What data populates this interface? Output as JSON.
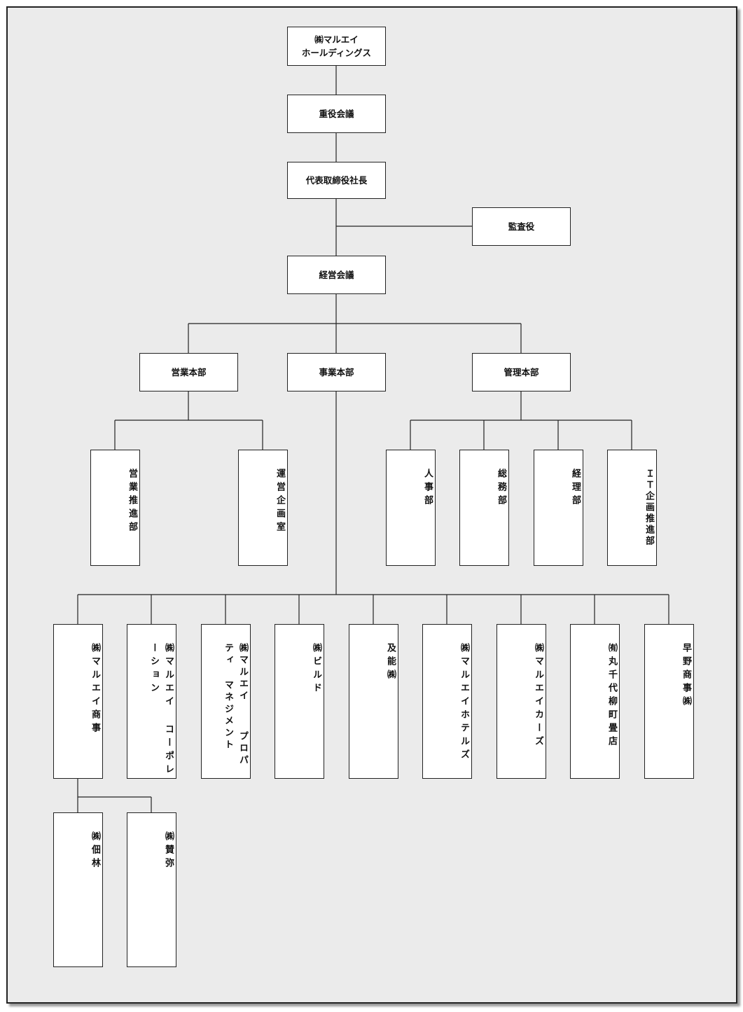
{
  "top": {
    "line1": "㈱マルエイ",
    "line2": "ホールディングス"
  },
  "board": "重役会議",
  "ceo": "代表取締役社長",
  "auditor": "監査役",
  "mgmt_meeting": "経営会議",
  "divisions": {
    "sales": "営業本部",
    "business": "事業本部",
    "admin": "管理本部"
  },
  "sales_depts": {
    "promotion": "営業推進部",
    "planning": "運営企画室"
  },
  "admin_depts": {
    "hr": "人事部",
    "general": "総務部",
    "accounting": "経理部",
    "it": "ＩＴ企画推進部"
  },
  "companies": {
    "shoji": {
      "col1": "㈱マルエイ商事"
    },
    "corp": {
      "col1": "㈱マルエイ",
      "col2": "コーポレーション"
    },
    "property": {
      "col1": "㈱マルエイ",
      "col2": "プロパティ",
      "col3": "マネジメント"
    },
    "build": {
      "col1": "㈱ビルド"
    },
    "oyobi": {
      "col1": "及能㈱"
    },
    "hotels": {
      "col1": "㈱マルエイホテルズ"
    },
    "cars": {
      "col1": "㈱マルエイカーズ"
    },
    "marusen": {
      "col1": "㈲丸千代柳町畳店"
    },
    "hayano": {
      "col1": "早野商事㈱"
    }
  },
  "subsidiaries": {
    "tsukurin": "㈱佃林",
    "sanya": "㈱賛弥"
  }
}
